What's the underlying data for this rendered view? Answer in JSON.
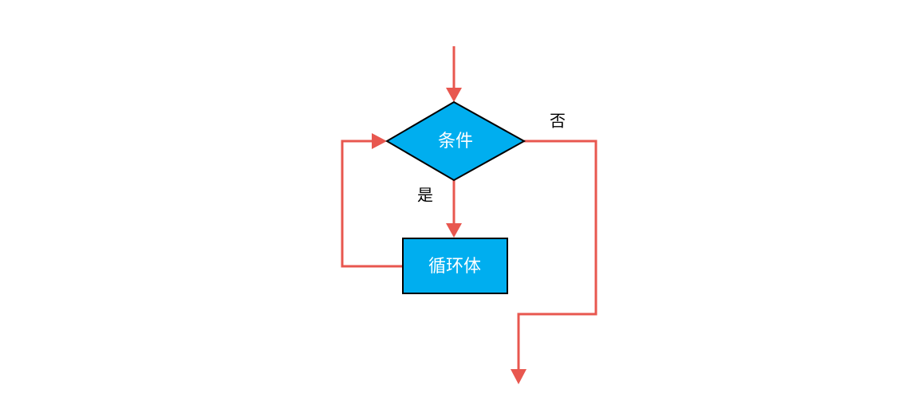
{
  "diagram": {
    "nodes": {
      "condition": {
        "label": "条件",
        "shape": "diamond",
        "fill": "#00aeef",
        "stroke": "#000000"
      },
      "loop_body": {
        "label": "循环体",
        "shape": "rectangle",
        "fill": "#00aeef",
        "stroke": "#000000"
      }
    },
    "edges": {
      "yes_label": "是",
      "no_label": "否"
    },
    "arrow_color": "#e8574f"
  }
}
